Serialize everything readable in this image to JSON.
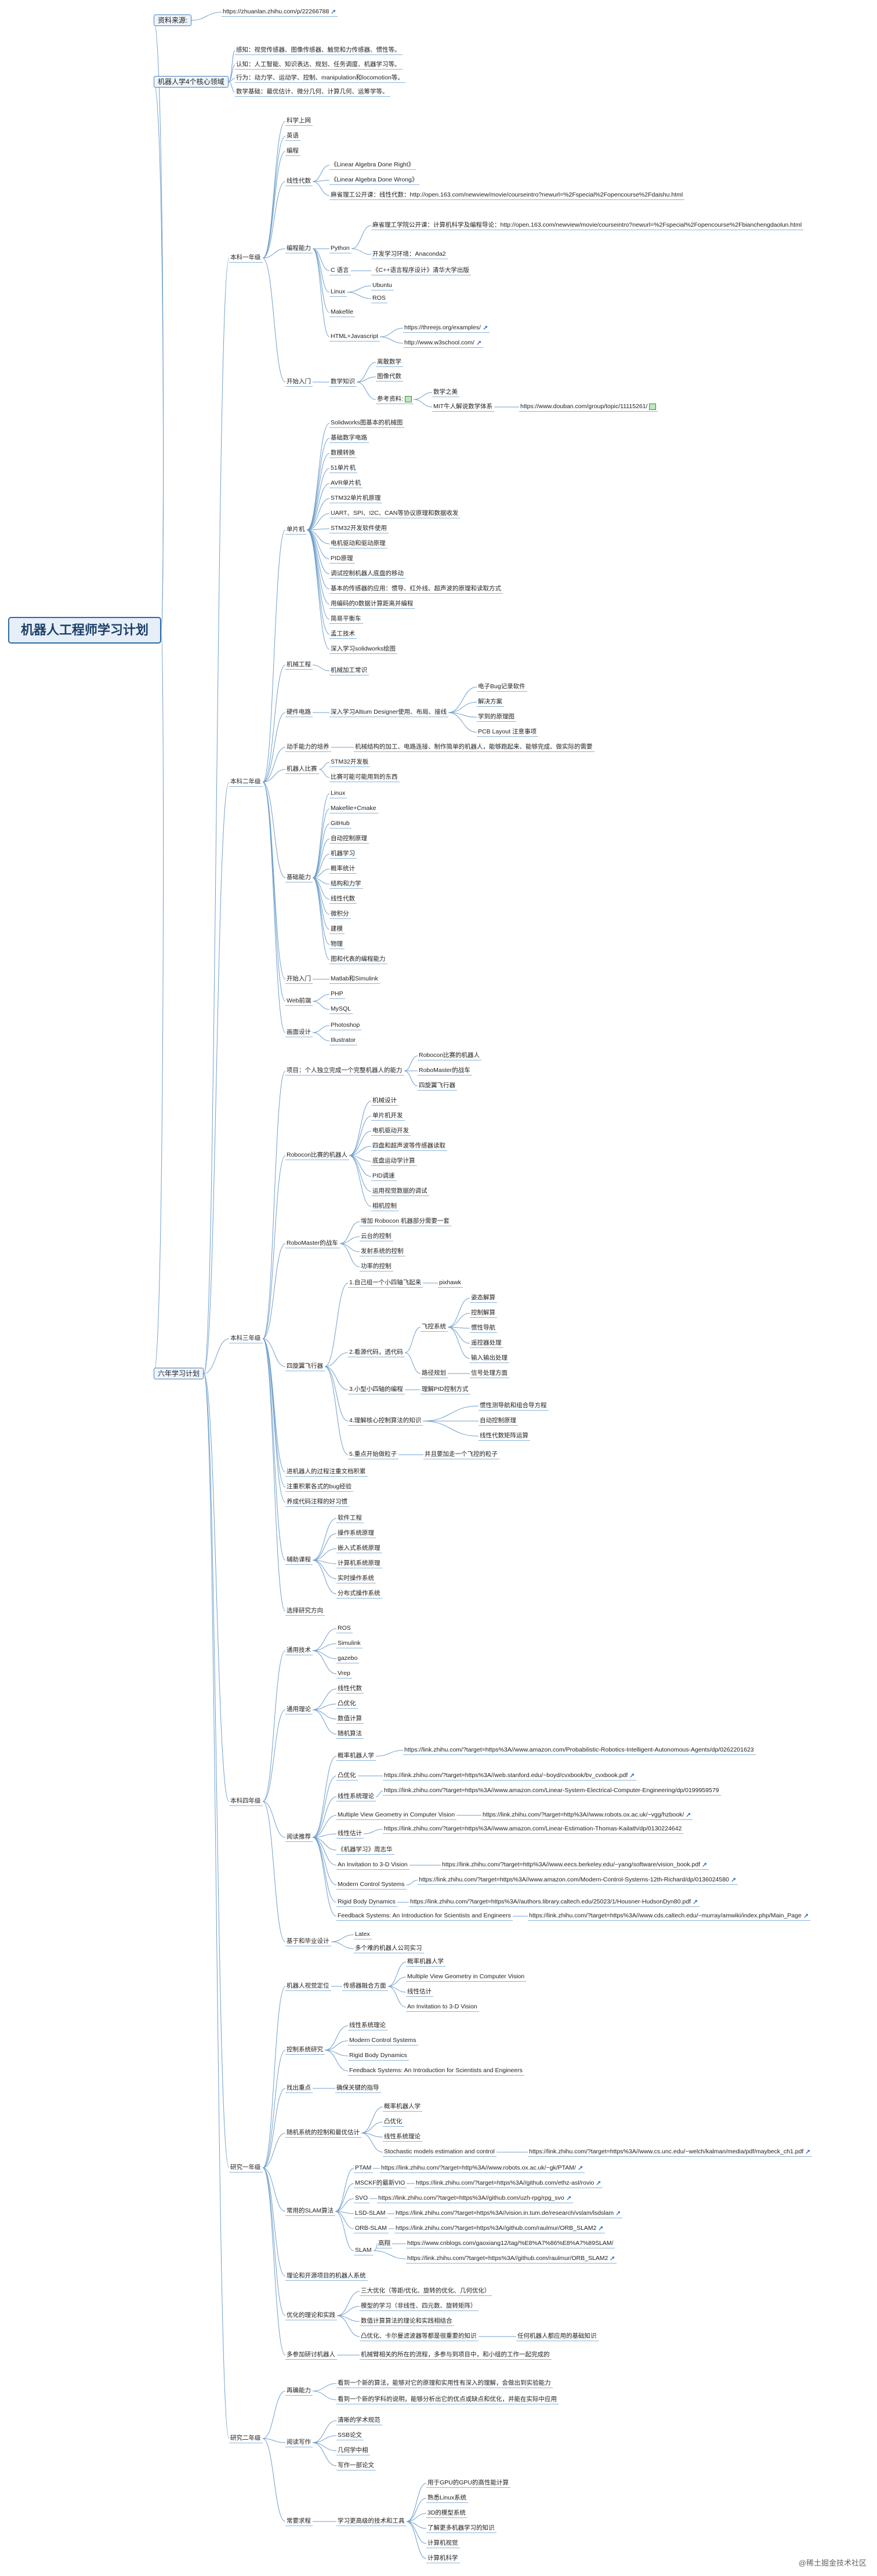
{
  "root": "机器人工程师学习计划",
  "nodes": {
    "n1": "资料来源:",
    "n1a": "https://zhuanlan.zhihu.com/p/22266788",
    "n2": "机器人学4个核心领域",
    "n2a": "感知：视觉传感器、图像传感器、触觉和力传感器、惯性等。",
    "n2b": "认知：人工智能、知识表达、规划、任务调度、机器学习等。",
    "n2c": "行为：动力学、运动学、控制、manipulation和locomotion等。",
    "n2d": "数学基础：最优估计、微分几何、计算几何、运筹学等。",
    "n3": "六年学习计划",
    "y1": "本科一年级",
    "y1a": "科学上网",
    "y1b": "英语",
    "y1c": "编程",
    "y1d": "线性代数",
    "y1d1": "《Linear Algebra Done Right》",
    "y1d2": "《Linear Algebra Done Wrong》",
    "y1d3": "麻省理工公开课：线性代数：http://open.163.com/newview/movie/courseintro?newurl=%2Fspecial%2Fopencourse%2Fdaishu.html",
    "y1e": "编程能力",
    "y1e1": "Python",
    "y1e1a": "麻省理工学院公开课：计算机科学及编程导论：http://open.163.com/newview/movie/courseintro?newurl=%2Fspecial%2Fopencourse%2Fbianchengdaolun.html",
    "y1e1b": "开发学习环境：Anaconda2",
    "y1e2": "C 语言",
    "y1e2a": "《C++语言程序设计》清华大学出版",
    "y1e3": "Linux",
    "y1e3a": "Ubuntu",
    "y1e3b": "ROS",
    "y1e4": "Makefile",
    "y1e5": "HTML+Javascript",
    "y1e5a": "https://threejs.org/examples/",
    "y1e5b": "http://www.w3school.com/",
    "y1f": "开始入门",
    "y1f1": "数学知识",
    "y1f1a": "离散数学",
    "y1f1b": "图像代数",
    "y1f1c": "参考资料:",
    "y1f1c1": "数学之美",
    "y1f1c2": "MIT牛人解说数学体系",
    "y1f1c3": "https://www.douban.com/group/topic/11115261/",
    "y2": "本科二年级",
    "y2a": "单片机",
    "y2a1": "Solidworks图基本的机械图",
    "y2a2": "基础数字电路",
    "y2a3": "数模转换",
    "y2a4": "51单片机",
    "y2a5": "AVR单片机",
    "y2a6": "STM32单片机原理",
    "y2a7": "UART、SPI、I2C、CAN等协议原理和数据收发",
    "y2a8": "STM32开发软件使用",
    "y2a9": "电机驱动和驱动原理",
    "y2a10": "PID原理",
    "y2a11": "调试控制机器人底盘的移动",
    "y2a12": "基本的传感器的应用：惯导、红外线、超声波的原理和读取方式",
    "y2a13": "用编码的0数据计算距离并编程",
    "y2a14": "简易平衡车",
    "y2a15": "孟工技术",
    "y2a16": "深入学习solidworks绘图",
    "y2b": "机械工程",
    "y2b1": "机械加工常识",
    "y2c": "硬件电路",
    "y2c1": "深入学习Altium Designer使用、布局、接线",
    "y2c1a": "电子Bug记录软件",
    "y2c1b": "解决方案",
    "y2c1c": "学到的原理图",
    "y2c1d": "PCB Layout 注意事项",
    "y2d": "动手能力的培养",
    "y2d1": "机械结构的加工、电路连接、制作简单的机器人，能够跑起来、能够完成、做实际的需要",
    "y2e": "机器人比赛",
    "y2e1": "STM32开发板",
    "y2e2": "比赛可能可能用到的东西",
    "y2f": "基础能力",
    "y2f1": "Linux",
    "y2f2": "Makefile+Cmake",
    "y2f3": "GitHub",
    "y2f4": "自动控制原理",
    "y2f5": "机器学习",
    "y2f6": "概率统计",
    "y2f7": "结构和力学",
    "y2f8": "线性代数",
    "y2f9": "微积分",
    "y2f10": "建模",
    "y2f11": "物理",
    "y2f12": "图和代表的编程能力",
    "y2g": "开始入门",
    "y2g1": "Matlab和Simulink",
    "y2h": "Web前端",
    "y2h1": "PHP",
    "y2h2": "MySQL",
    "y2i": "画面设计",
    "y2i1": "Photoshop",
    "y2i2": "Illustrator",
    "y3": "本科三年级",
    "y3a": "项目：个人独立完成一个完整机器人的能力",
    "y3a1": "Robocon比赛的机器人",
    "y3a2": "RoboMaster的战车",
    "y3a3": "四旋翼飞行器",
    "y3b": "Robocon比赛的机器人",
    "y3b1": "机械设计",
    "y3b2": "单片机开发",
    "y3b3": "电机驱动开发",
    "y3b4": "四盘和超声波等传感器读取",
    "y3b5": "底盘运动学计算",
    "y3b6": "PID调速",
    "y3b7": "运用视觉数据的调试",
    "y3b8": "相机控制",
    "y3c": "RoboMaster的战车",
    "y3c1": "增加 Robocon 机器部分需要一套",
    "y3c2": "云台的控制",
    "y3c3": "发射系统的控制",
    "y3c4": "功率的控制",
    "y3d": "四旋翼飞行器",
    "y3d1": "1.自己组一个小四轴飞起来",
    "y3d1a": "pixhawk",
    "y3d2": "2.看源代码，透代码",
    "y3d2a": "飞控系统",
    "y3d2a1": "姿态解算",
    "y3d2a2": "控制解算",
    "y3d2a3": "惯性导航",
    "y3d2a4": "遥控器处理",
    "y3d2a5": "输入输出处理",
    "y3d2b": "路径规划",
    "y3d2b1": "信号处理方面",
    "y3d3": "3.小型小四轴的编程",
    "y3d3a": "理解PID控制方式",
    "y3d4": "4.理解核心控制算法的知识",
    "y3d4a": "惯性测导航和组合导方程",
    "y3d4b": "自动控制原理",
    "y3d4c": "线性代数矩阵运算",
    "y3d5": "5.重点开始做粒子",
    "y3d5a": "并且要加走一个飞控的粒子",
    "y3e": "进机器人的过程注重文档积累",
    "y3f": "注重积累各式的bug经验",
    "y3g": "养成代码注释的好习惯",
    "y3h": "辅助课程",
    "y3h1": "软件工程",
    "y3h2": "操作系统原理",
    "y3h3": "嵌入式系统原理",
    "y3h4": "计算机系统原理",
    "y3h5": "实时操作系统",
    "y3h6": "分布式操作系统",
    "y3i": "选择研究方向",
    "y4": "本科四年级",
    "y4a": "通用技术",
    "y4a1": "ROS",
    "y4a2": "Simulink",
    "y4a3": "gazebo",
    "y4a4": "Vrep",
    "y4b": "通用理论",
    "y4b1": "线性代数",
    "y4b2": "凸优化",
    "y4b3": "数值计算",
    "y4b4": "随机算法",
    "y4c": "阅读推荐",
    "y4c1": "概率机器人学",
    "y4c1a": "https://link.zhihu.com/?target=https%3A//www.amazon.com/Probabilistic-Robotics-Intelligent-Autonomous-Agents/dp/0262201623",
    "y4c2": "凸优化",
    "y4c2a": "https://link.zhihu.com/?target=https%3A//web.stanford.edu/~boyd/cvxbook/bv_cvxbook.pdf",
    "y4c3": "线性系统理论",
    "y4c3a": "https://link.zhihu.com/?target=https%3A//www.amazon.com/Linear-System-Electrical-Computer-Engineering/dp/0199959579",
    "y4c4": "Multiple View Geometry in Computer Vision",
    "y4c4a": "https://link.zhihu.com/?target=http%3A//www.robots.ox.ac.uk/~vgg/hzbook/",
    "y4c5": "线性估计",
    "y4c5a": "https://link.zhihu.com/?target=https%3A//www.amazon.com/Linear-Estimation-Thomas-Kailath/dp/0130224642",
    "y4c6": "《机器学习》周志华",
    "y4c7": "An Invitation to 3-D Vision",
    "y4c7a": "https://link.zhihu.com/?target=http%3A//www.eecs.berkeley.edu/~yang/software/vision_book.pdf",
    "y4c8": "Modern Control Systems",
    "y4c8a": "https://link.zhihu.com/?target=https%3A//www.amazon.com/Modern-Control-Systems-12th-Richard/dp/0136024580",
    "y4c9": "Rigid Body Dynamics",
    "y4c9a": "https://link.zhihu.com/?target=https%3A//authors.library.caltech.edu/25023/1/Housner-HudsonDyn80.pdf",
    "y4c10": "Feedback Systems: An Introduction for Scientists and Engineers",
    "y4c10a": "https://link.zhihu.com/?target=https%3A//www.cds.caltech.edu/~murray/amwiki/index.php/Main_Page",
    "y4d": "基于和毕业设计",
    "y4d1": "Latex",
    "y4d2": "多个难的机器人公司实习",
    "g1": "研究一年级",
    "g1a": "机器人视觉定位",
    "g1a1": "传感器融合方面",
    "g1a1a": "概率机器人学",
    "g1a1b": "Multiple View Geometry in Computer Vision",
    "g1a1c": "线性估计",
    "g1a1d": "An Invitation to 3-D Vision",
    "g1b": "控制系统研究",
    "g1b1": "线性系统理论",
    "g1b2": "Modern Control Systems",
    "g1b3": "Rigid Body Dynamics",
    "g1b4": "Feedback Systems: An Introduction for Scientists and Engineers",
    "g1c": "找出重点",
    "g1c1": "确保关键的指导",
    "g1d": "随机系统的控制和最优估计",
    "g1d1": "概率机器人学",
    "g1d2": "凸优化",
    "g1d3": "线性系统理论",
    "g1d4": "Stochastic models estimation and control",
    "g1d4a": "https://link.zhihu.com/?target=https%3A//www.cs.unc.edu/~welch/kalman/media/pdf/maybeck_ch1.pdf",
    "g1e": "常用的SLAM算法",
    "g1e1": "PTAM",
    "g1e1a": "https://link.zhihu.com/?target=http%3A//www.robots.ox.ac.uk/~gk/PTAM/",
    "g1e2": "MSCKF的最新VIO",
    "g1e2a": "https://link.zhihu.com/?target=https%3A//github.com/ethz-asl/rovio",
    "g1e3": "SVO",
    "g1e3a": "https://link.zhihu.com/?target=https%3A//github.com/uzh-rpg/rpg_svo",
    "g1e4": "LSD-SLAM",
    "g1e4a": "https://link.zhihu.com/?target=https%3A//vision.in.tum.de/research/vslam/lsdslam",
    "g1e5": "ORB-SLAM",
    "g1e5a": "https://link.zhihu.com/?target=https%3A//github.com/raulmur/ORB_SLAM2",
    "g1e6": "SLAM",
    "g1e6a": "高翔",
    "g1e6b": "https://www.cnblogs.com/gaoxiang12/tag/%E8%A7%86%E8%A7%89SLAM/",
    "g1e6c": "https://link.zhihu.com/?target=https%3A//github.com/raulmur/ORB_SLAM2",
    "g1f": "理论和开源项目的机器人系统",
    "g1g": "优化的理论和实践",
    "g1g1": "三大优化（等距/优化、旋转的优化、几何优化）",
    "g1g2": "模型的学习（非线性、四元数、旋转矩阵）",
    "g1g3": "数值计算算法的理论和实践相结合",
    "g1g4": "凸优化、卡尔曼滤波器等都是很重要的知识",
    "g1g5": "任何机器人都应用的基础知识",
    "g1h": "多参加研讨机器人",
    "g1h1": "机械臂相关的所在的流程，多参与到项目中，和小组的工作一起完成的",
    "g2": "研究二年级",
    "g2a": "再确能力",
    "g2a1": "看到一个新的算法，能够对它的原理和实用性有深入的理解，会做出到实验能力",
    "g2a2": "看到一个新的学科的说明，能够分析出它的优点或缺点和优化，并能在实际中应用",
    "g2b": "阅读写作",
    "g2b1": "清晰的学术规范",
    "g2b2": "SSB论文",
    "g2b3": "几何学中相",
    "g2b4": "写作一部论文",
    "g2c": "常要求程",
    "g2c1": "学习更高级的技术和工具",
    "g2c1a": "用于GPU的GPU的高性能计算",
    "g2c1b": "熟悉Linux系统",
    "g2c1c": "3D的模型系统",
    "g2c1d": "了解更多机器学习的知识",
    "g2c1e": "计算机视觉",
    "g2c1f": "计算机科学"
  },
  "watermark": "@稀土掘金技术社区",
  "colors": {
    "line": "#6f9fcc",
    "box_border": "#4a7fb5",
    "box_fill": "#eef4fb",
    "root_border": "#2d6aa8"
  }
}
